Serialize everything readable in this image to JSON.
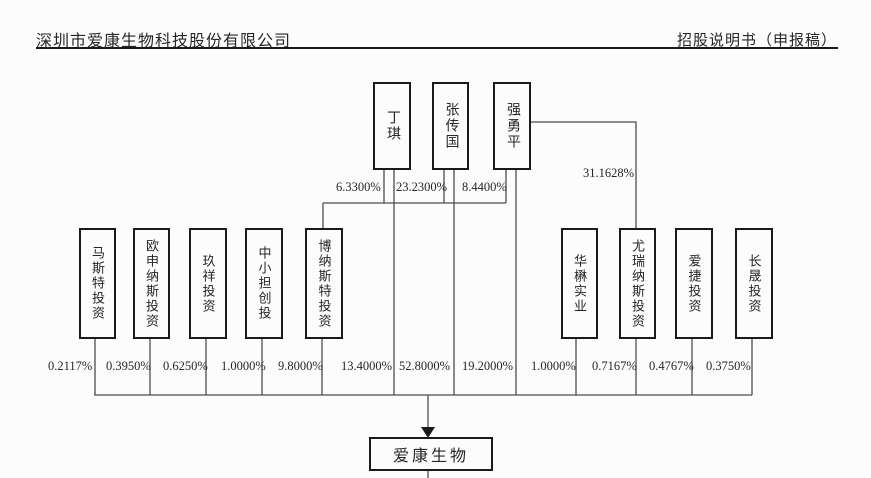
{
  "header": {
    "company_full_name": "深圳市爱康生物科技股份有限公司",
    "document_type": "招股说明书（申报稿）"
  },
  "diagram": {
    "issuer": {
      "name": "爱康生物"
    },
    "persons": [
      {
        "name": "丁琪",
        "stake_in_partnership": "6.3300%",
        "direct_stake": "13.4000%"
      },
      {
        "name": "张传国",
        "stake_in_partnership": "23.2300%",
        "direct_stake": "52.8000%"
      },
      {
        "name": "强勇平",
        "stake_in_partnership": "8.4400%",
        "direct_stake": "19.2000%",
        "stake_in_second_partnership": "31.1628%"
      }
    ],
    "institutions": [
      {
        "name": "马斯特投资",
        "stake": "0.2117%"
      },
      {
        "name": "欧申纳斯投资",
        "stake": "0.3950%"
      },
      {
        "name": "玖祥投资",
        "stake": "0.6250%"
      },
      {
        "name": "中小担创投",
        "stake": "1.0000%"
      },
      {
        "name": "博纳斯特投资",
        "stake": "9.8000%"
      },
      {
        "name": "华楙实业",
        "stake": "1.0000%"
      },
      {
        "name": "尤瑞纳斯投资",
        "stake": "0.7167%"
      },
      {
        "name": "爱捷投资",
        "stake": "0.4767%"
      },
      {
        "name": "长晟投资",
        "stake": "0.3750%"
      }
    ],
    "colors": {
      "line": "#4d4d4d",
      "box_border": "#1a1a1a",
      "background": "#fcfcfc"
    }
  }
}
